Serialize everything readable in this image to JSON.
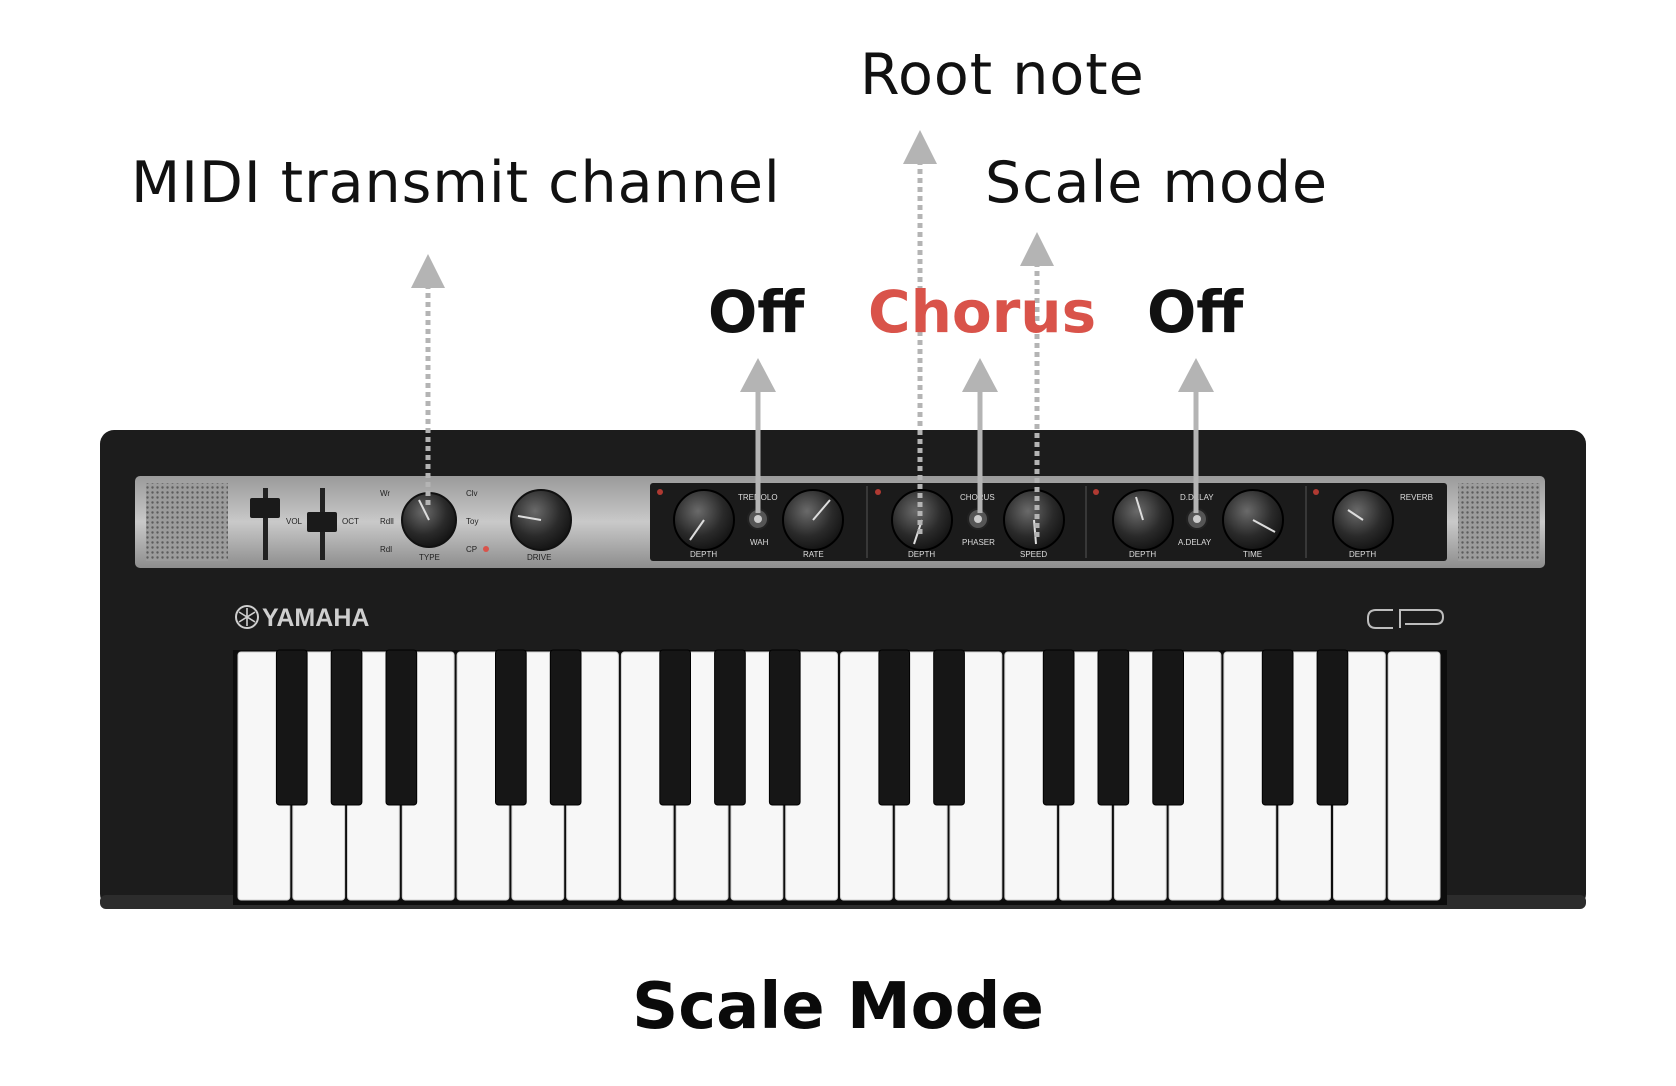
{
  "labels": {
    "root_note": "Root note",
    "midi_channel": "MIDI transmit channel",
    "scale_mode": "Scale mode"
  },
  "states": {
    "tremolo": "Off",
    "chorus": "Chorus",
    "delay": "Off"
  },
  "title": "Scale Mode",
  "colors": {
    "highlight": "#d9534a",
    "arrow": "#b4b4b4",
    "panel": "#1d1d1d",
    "text": "#111111"
  },
  "keyboard": {
    "brand": "YAMAHA",
    "model_logo": "CP",
    "white_key_count": 22,
    "panel_labels": {
      "vol": "VOL",
      "oct": "OCT",
      "type": "TYPE",
      "drive": "DRIVE",
      "type_options_left": [
        "Wr",
        "Rdll",
        "Rdl"
      ],
      "type_options_right": [
        "Clv",
        "Toy",
        "CP"
      ],
      "tremolo": "TREMOLO",
      "wah": "WAH",
      "rate": "RATE",
      "chorus": "CHORUS",
      "phaser": "PHASER",
      "speed": "SPEED",
      "d_delay": "D.DELAY",
      "a_delay": "A.DELAY",
      "time": "TIME",
      "reverb": "REVERB",
      "depth": "DEPTH"
    }
  }
}
